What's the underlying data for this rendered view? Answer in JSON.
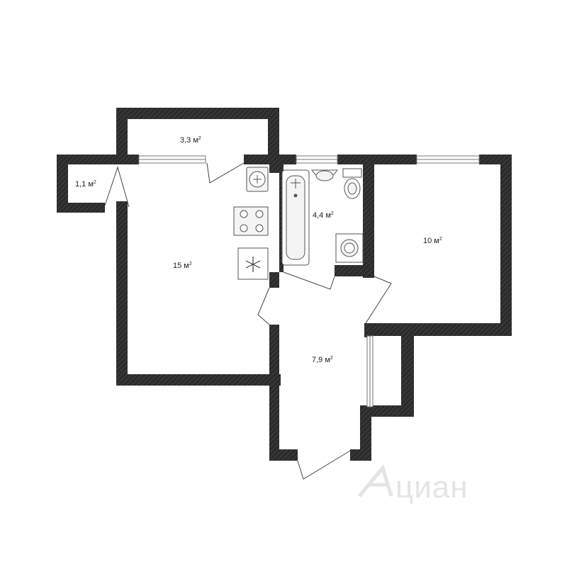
{
  "rooms": {
    "balcony_top": {
      "area": "3,3 м",
      "sup": "2"
    },
    "storage_left": {
      "area": "1,1 м",
      "sup": "2"
    },
    "bathroom": {
      "area": "4,4 м",
      "sup": "2"
    },
    "bedroom": {
      "area": "10 м",
      "sup": "2"
    },
    "living_room": {
      "area": "15 м",
      "sup": "2"
    },
    "hallway": {
      "area": "7,9 м",
      "sup": "2"
    }
  },
  "watermark": {
    "text": "циан",
    "icon": "cian-logo-icon"
  },
  "colors": {
    "wall": "#2b2b2b",
    "wall_hatch": "#4a4a4a",
    "fixture_stroke": "#555555",
    "fixture_fill": "#f4f4f4",
    "watermark": "#e4e4e4"
  },
  "icons": [
    "snowflake-icon",
    "stove-icon",
    "sink-icon",
    "toilet-icon",
    "bathtub-icon",
    "washing-machine-icon",
    "cian-logo-icon"
  ]
}
